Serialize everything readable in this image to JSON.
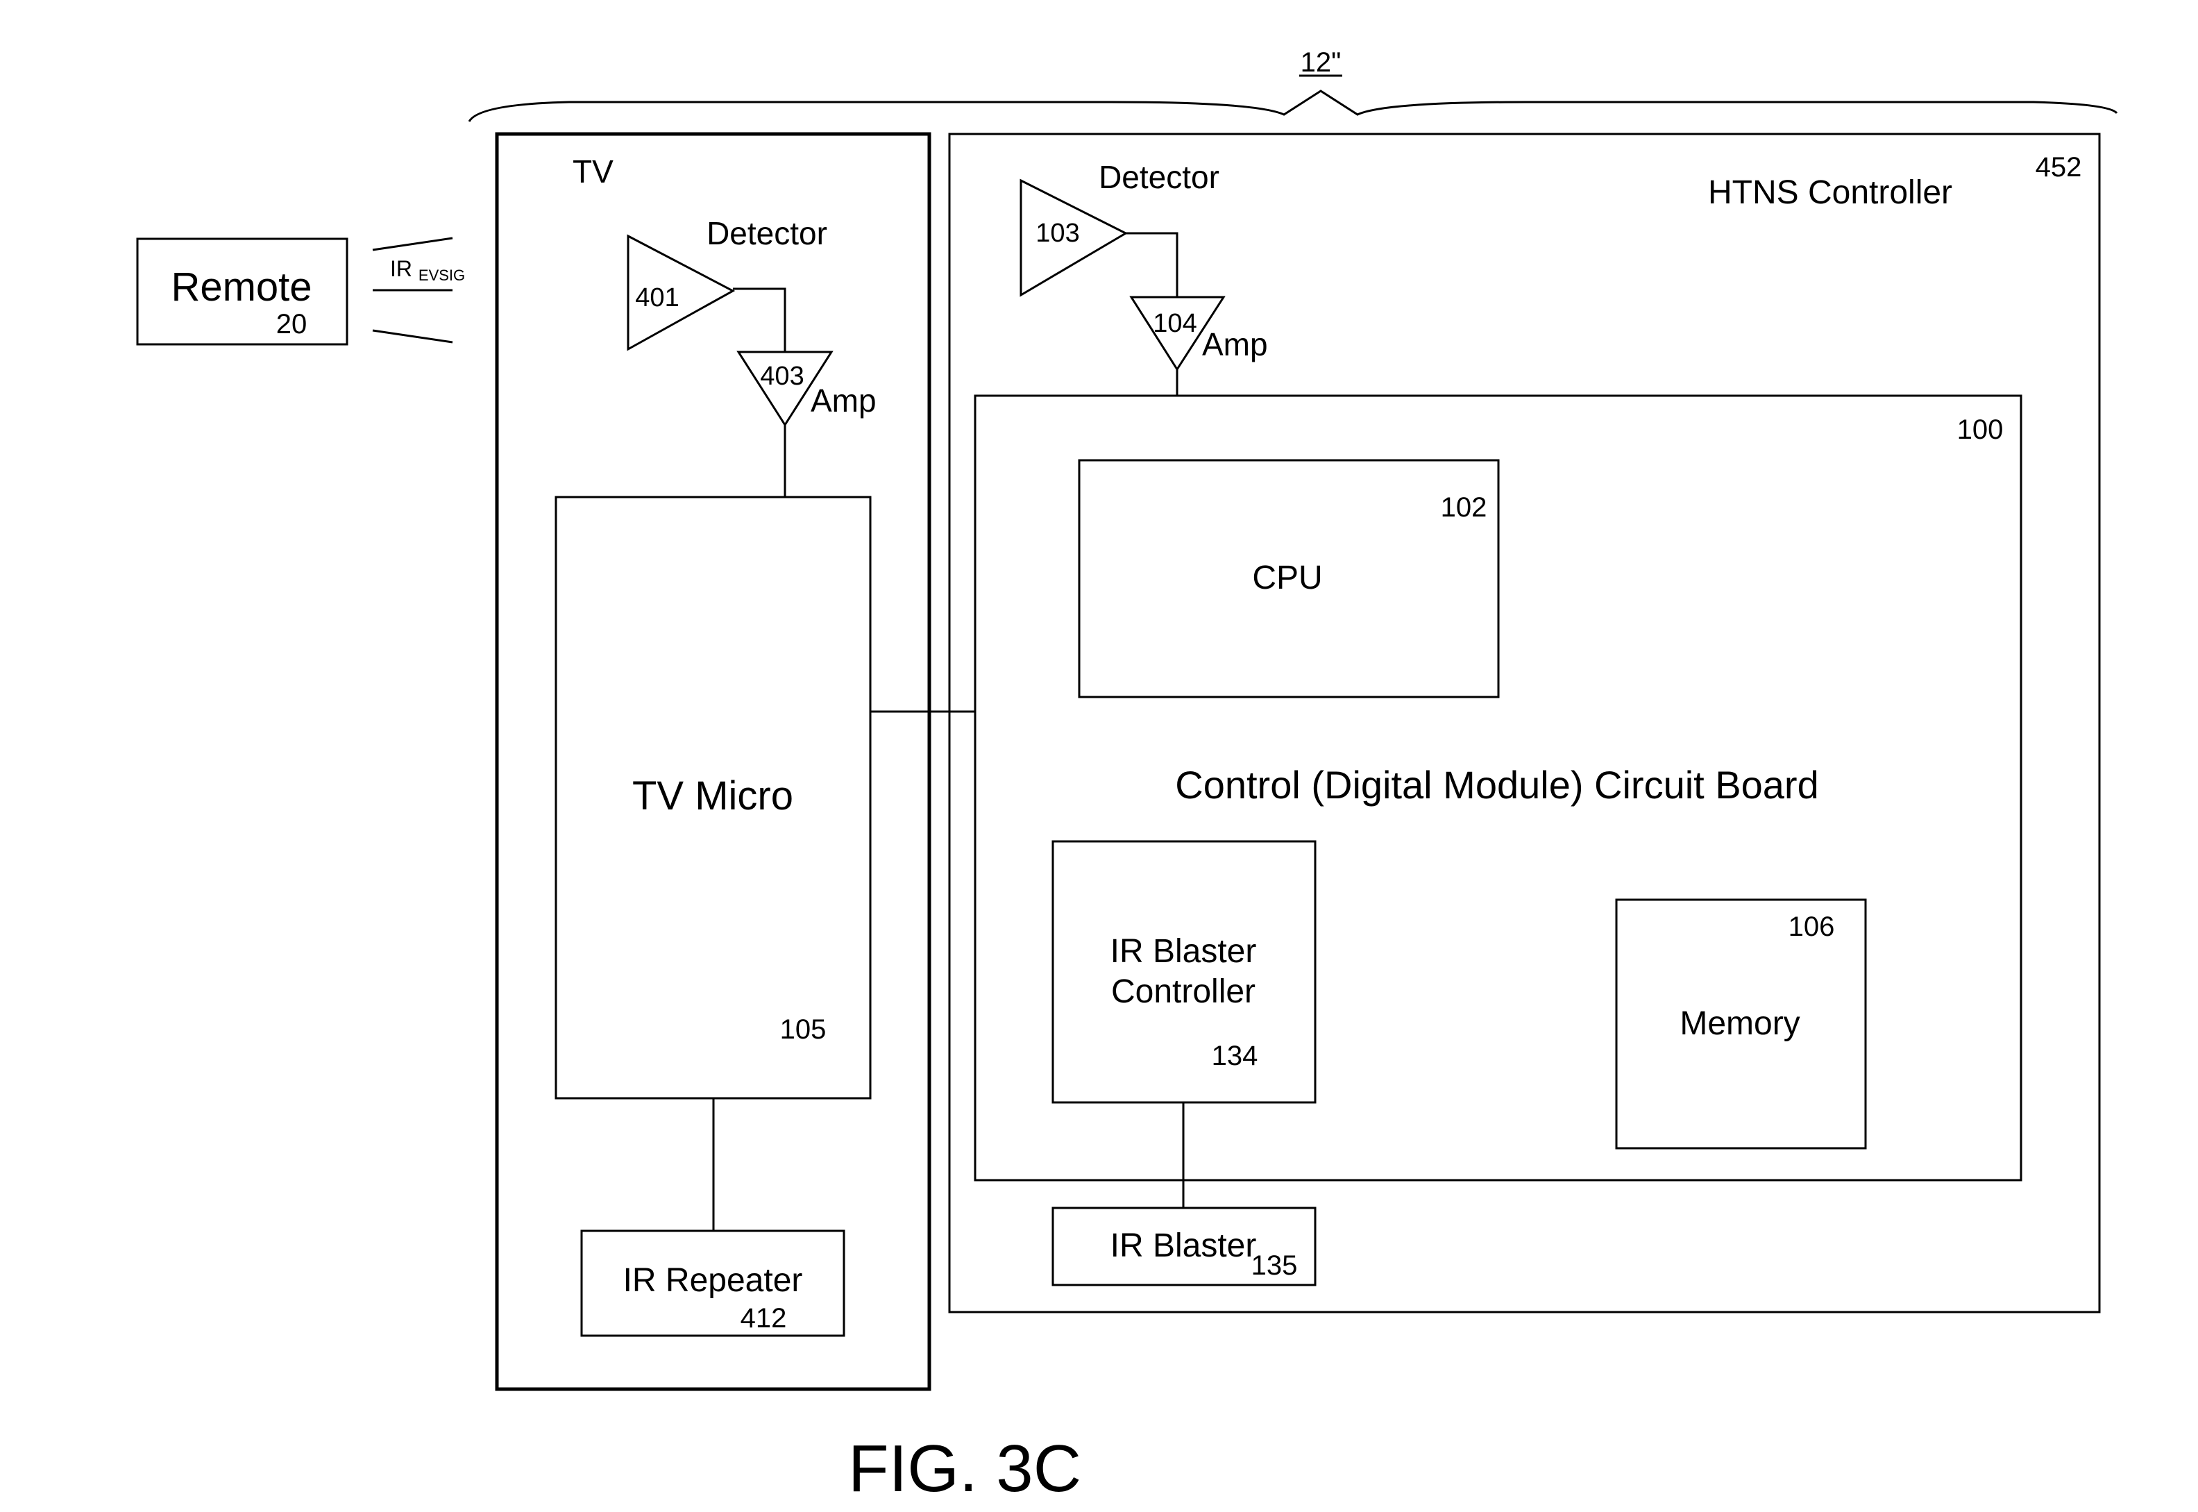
{
  "dimension": {
    "label": "12\""
  },
  "remote": {
    "label": "Remote",
    "ref": "20",
    "signal_main": "IR",
    "signal_sub": "EVSIG"
  },
  "tv": {
    "label": "TV",
    "detector": {
      "label": "Detector",
      "ref": "401"
    },
    "amp": {
      "label": "Amp",
      "ref": "403"
    },
    "micro": {
      "label": "TV Micro",
      "ref": "105"
    },
    "repeater": {
      "label": "IR Repeater",
      "ref": "412"
    }
  },
  "htns": {
    "label": "HTNS Controller",
    "ref": "452",
    "detector": {
      "label": "Detector",
      "ref": "103"
    },
    "amp": {
      "label": "Amp",
      "ref": "104"
    },
    "board": {
      "label": "Control (Digital Module) Circuit Board",
      "ref": "100"
    },
    "cpu": {
      "label": "CPU",
      "ref": "102"
    },
    "blaster_controller": {
      "line1": "IR Blaster",
      "line2": "Controller",
      "ref": "134"
    },
    "memory": {
      "label": "Memory",
      "ref": "106"
    },
    "blaster": {
      "label": "IR Blaster",
      "ref": "135"
    }
  },
  "figure": {
    "caption": "FIG. 3C"
  }
}
